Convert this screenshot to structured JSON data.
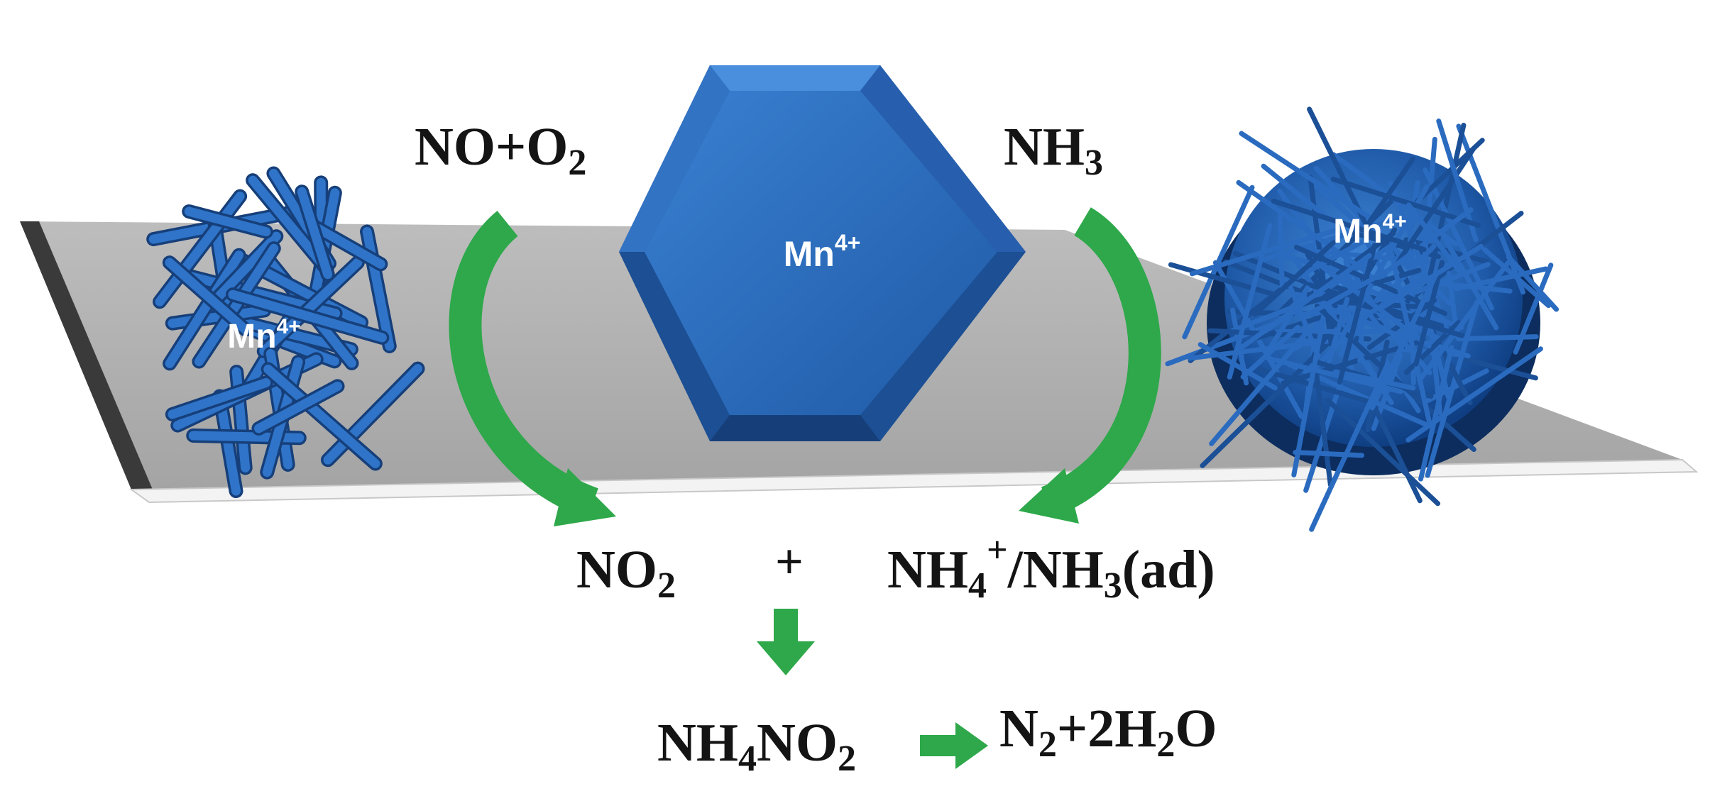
{
  "catalysts": {
    "left": {
      "label_base": "Mn",
      "label_sup": "4+",
      "morphology_icon": "nanorod-cluster-icon"
    },
    "center": {
      "label_base": "Mn",
      "label_sup": "4+",
      "morphology_icon": "hexagonal-plate-icon"
    },
    "right": {
      "label_base": "Mn",
      "label_sup": "4+",
      "morphology_icon": "nanowire-sphere-icon"
    }
  },
  "reactants": {
    "no_o2": {
      "a": "NO+O",
      "sub": "2"
    },
    "nh3": {
      "a": "NH",
      "sub": "3"
    }
  },
  "intermediates": {
    "no2": {
      "a": "NO",
      "sub": "2"
    },
    "plus": "+",
    "nh4": {
      "a": "NH",
      "sub": "4",
      "sup": "+",
      "b": "/NH",
      "sub2": "3",
      "c": "(ad)"
    }
  },
  "products": {
    "nh4no2": {
      "a": "NH",
      "sub": "4",
      "b": "NO",
      "sub2": "2"
    },
    "final": {
      "a": "N",
      "sub": "2",
      "b": "+2H",
      "sub2": "2",
      "c": "O"
    }
  },
  "colors": {
    "arrow_green": "#2ea84a",
    "catalyst_blue": "#2b6cc0",
    "plate_gray": "#a9a9a9"
  }
}
